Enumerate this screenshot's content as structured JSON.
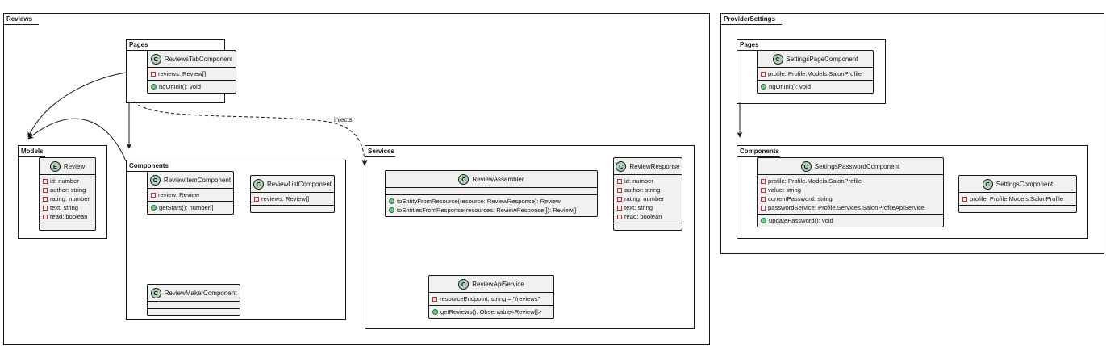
{
  "packages": {
    "reviews": "Reviews",
    "pages": "Pages",
    "models": "Models",
    "components": "Components",
    "services": "Services",
    "provider_settings": "ProviderSettings",
    "ps_pages": "Pages",
    "ps_components": "Components"
  },
  "stereotype_letters": {
    "class": "C",
    "entity": "E"
  },
  "relation_label": "injects",
  "classes": {
    "reviews_tab": {
      "name": "ReviewsTabComponent",
      "fields": [
        "reviews: Review[]"
      ],
      "methods": [
        "ngOnInit(): void"
      ]
    },
    "review": {
      "name": "Review",
      "fields": [
        "id: number",
        "author: string",
        "rating: number",
        "text: string",
        "read: boolean"
      ]
    },
    "review_item": {
      "name": "ReviewItemComponent",
      "fields": [
        "review: Review"
      ],
      "methods": [
        "getStars(): number[]"
      ]
    },
    "review_list": {
      "name": "ReviewListComponent",
      "fields": [
        "reviews: Review[]"
      ]
    },
    "review_maker": {
      "name": "ReviewMakerComponent"
    },
    "review_assembler": {
      "name": "ReviewAssembler",
      "methods": [
        "toEntityFromResource(resource: ReviewResponse): Review",
        "toEntitiesFromResponse(resources: ReviewResponse[]): Review[]"
      ]
    },
    "review_response": {
      "name": "ReviewResponse",
      "fields": [
        "id: number",
        "author: string",
        "rating: number",
        "text: string",
        "read: boolean"
      ]
    },
    "review_api": {
      "name": "ReviewApiService",
      "fields": [
        "resourceEndpoint: string = \"/reviews\""
      ],
      "methods": [
        "getReviews(): Observable<Review[]>"
      ]
    },
    "settings_page": {
      "name": "SettingsPageComponent",
      "fields": [
        "profile: Profile.Models.SalonProfile"
      ],
      "methods": [
        "ngOnInit(): void"
      ]
    },
    "settings_password": {
      "name": "SettingsPasswordComponent",
      "fields": [
        "profile: Profile.Models.SalonProfile",
        "value: string",
        "currentPassword: string",
        "passwordService: Profile.Services.SalonProfileApiService"
      ],
      "methods": [
        "updatePassword(): void"
      ]
    },
    "settings": {
      "name": "SettingsComponent",
      "fields": [
        "profile: Profile.Models.SalonProfile"
      ]
    }
  },
  "colors": {
    "class_fill": "#f1f1f1",
    "class_circle": "#add1b2",
    "entity_circle": "#add1b2",
    "private": "#c82930",
    "public": "#84be84",
    "line": "#181818"
  }
}
